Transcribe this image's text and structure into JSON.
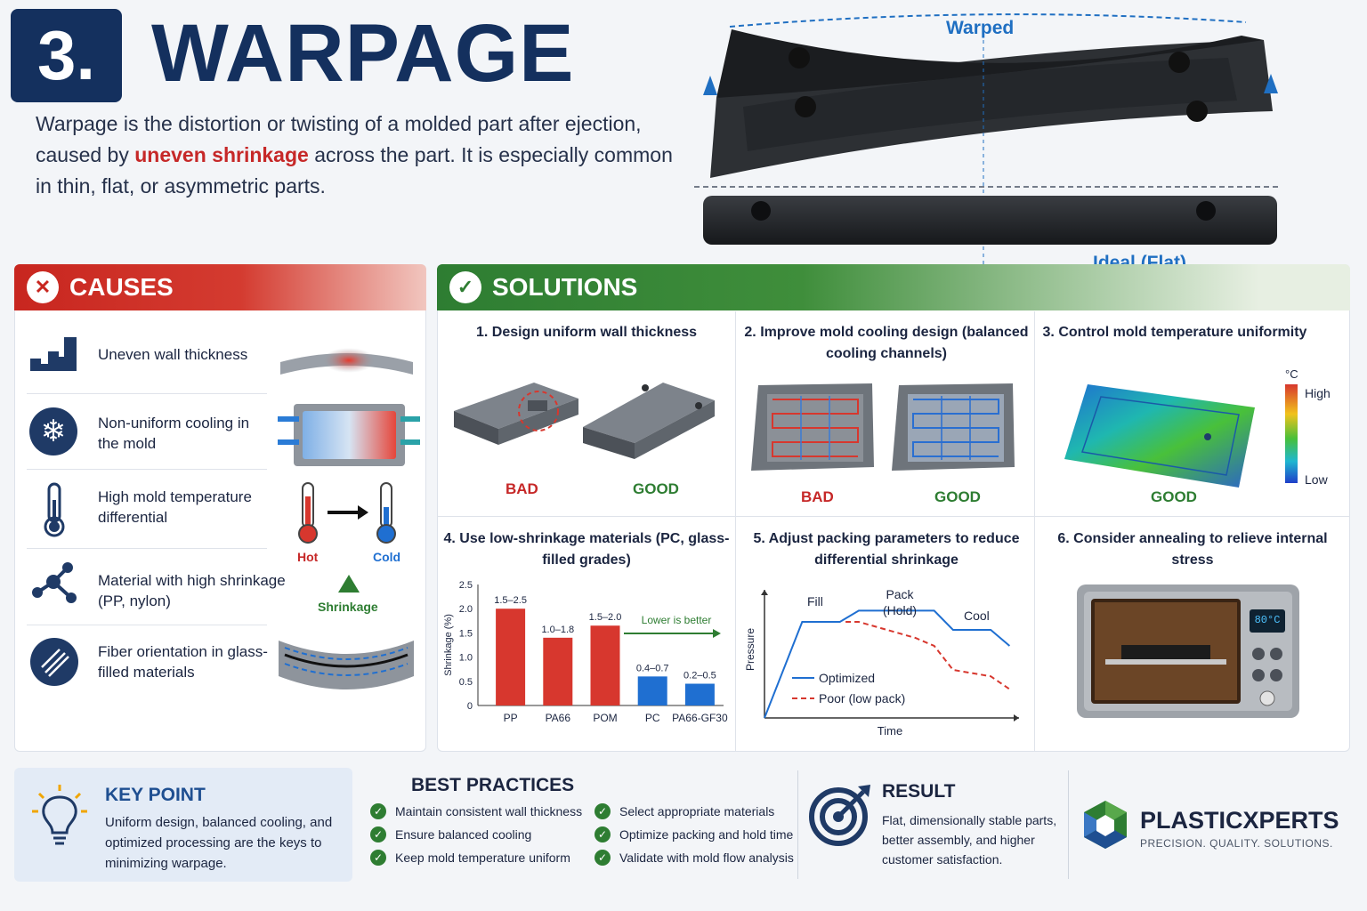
{
  "header": {
    "number": "3.",
    "title": "WARPAGE",
    "intro_before": "Warpage is the distortion or twisting of a molded part after ejection, caused by ",
    "intro_highlight": "uneven shrinkage",
    "intro_after": " across the part. It is especially common in thin, flat, or asymmetric parts.",
    "warped_label": "Warped",
    "flat_label": "Ideal (Flat)"
  },
  "causes": {
    "title": "CAUSES",
    "items": [
      {
        "text": "Uneven wall thickness",
        "icon": "bar-steps-icon"
      },
      {
        "text": "Non-uniform cooling in the mold",
        "icon": "snowflake-icon"
      },
      {
        "text": "High mold temperature differential",
        "icon": "thermometer-icon"
      },
      {
        "text": "Material with high shrinkage (PP, nylon)",
        "icon": "molecule-icon"
      },
      {
        "text": "Fiber orientation in glass-filled materials",
        "icon": "fiber-icon"
      }
    ],
    "hot_label": "Hot",
    "cold_label": "Cold",
    "shrinkage_label": "Shrinkage"
  },
  "solutions": {
    "title": "SOLUTIONS",
    "s1": {
      "title": "1. Design uniform wall thickness",
      "bad": "BAD",
      "good": "GOOD"
    },
    "s2": {
      "title": "2. Improve mold cooling design (balanced cooling channels)",
      "bad": "BAD",
      "good": "GOOD"
    },
    "s3": {
      "title": "3. Control mold temperature uniformity",
      "good": "GOOD",
      "unit": "°C",
      "high": "High",
      "low": "Low"
    },
    "s4": {
      "title": "4. Use low-shrinkage materials (PC, glass-filled grades)",
      "note": "Lower is better"
    },
    "s5": {
      "title": "5. Adjust packing parameters to reduce differential shrinkage",
      "fill": "Fill",
      "pack": "Pack (Hold)",
      "cool": "Cool"
    },
    "s6": {
      "title": "6. Consider annealing to relieve internal stress",
      "oven_display": "80°C"
    }
  },
  "chart_data": [
    {
      "type": "bar",
      "categories": [
        "PP",
        "PA66",
        "POM",
        "PC",
        "PA66-GF30"
      ],
      "values": [
        2.0,
        1.4,
        1.65,
        0.6,
        0.45
      ],
      "data_labels": [
        "1.5–2.5",
        "1.0–1.8",
        "1.5–2.0",
        "0.4–0.7",
        "0.2–0.5"
      ],
      "colors": [
        "#d7372e",
        "#d7372e",
        "#d7372e",
        "#1f6fd1",
        "#1f6fd1"
      ],
      "ylabel": "Shrinkage (%)",
      "yticks": [
        "0",
        "0.5",
        "1.0",
        "1.5",
        "2.0",
        "2.5"
      ],
      "ylim": [
        0,
        2.5
      ],
      "annotation": "Lower is better"
    },
    {
      "type": "line",
      "xlabel": "Time",
      "ylabel": "Pressure",
      "series": [
        {
          "name": "Optimized",
          "color": "#1f6fd1",
          "style": "solid",
          "x": [
            0,
            2,
            4,
            5,
            9,
            10,
            12,
            13
          ],
          "y": [
            0,
            6,
            6,
            6.7,
            6.7,
            5.5,
            5.5,
            4.5
          ]
        },
        {
          "name": "Poor (low pack)",
          "color": "#d7372e",
          "style": "dashed",
          "x": [
            4.3,
            5,
            8,
            9,
            10,
            12,
            13
          ],
          "y": [
            6,
            6,
            5,
            4.5,
            3,
            2.6,
            1.8
          ]
        }
      ],
      "xlim": [
        0,
        13.5
      ],
      "ylim": [
        0,
        8
      ]
    }
  ],
  "footer": {
    "key_title": "KEY POINT",
    "key_text": "Uniform design, balanced cooling, and optimized processing are the keys to minimizing warpage.",
    "bp_title": "BEST PRACTICES",
    "bp_left": [
      "Maintain consistent wall thickness",
      "Ensure balanced cooling",
      "Keep mold temperature uniform"
    ],
    "bp_right": [
      "Select appropriate materials",
      "Optimize packing and hold time",
      "Validate with mold flow analysis"
    ],
    "result_title": "RESULT",
    "result_text": "Flat, dimensionally stable parts, better assembly, and higher customer satisfaction.",
    "brand": "PLASTICXPERTS",
    "tagline": "PRECISION. QUALITY. SOLUTIONS."
  }
}
